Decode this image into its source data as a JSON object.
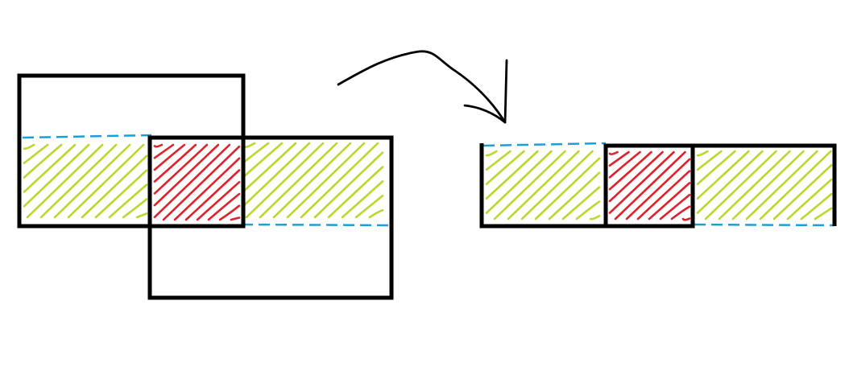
{
  "diagram": {
    "description_colors": {
      "outline": "#000000",
      "boundary_dash": "#1aa0d8",
      "green_hatch": "#b6d92a",
      "red_hatch": "#e0212b",
      "background": "#ffffff"
    },
    "regions": [
      {
        "key": "left-only",
        "color_role": "green_hatch"
      },
      {
        "key": "overlap",
        "color_role": "red_hatch"
      },
      {
        "key": "right-only",
        "color_role": "green_hatch"
      }
    ],
    "icons": [
      "transform-arrow-icon"
    ]
  }
}
